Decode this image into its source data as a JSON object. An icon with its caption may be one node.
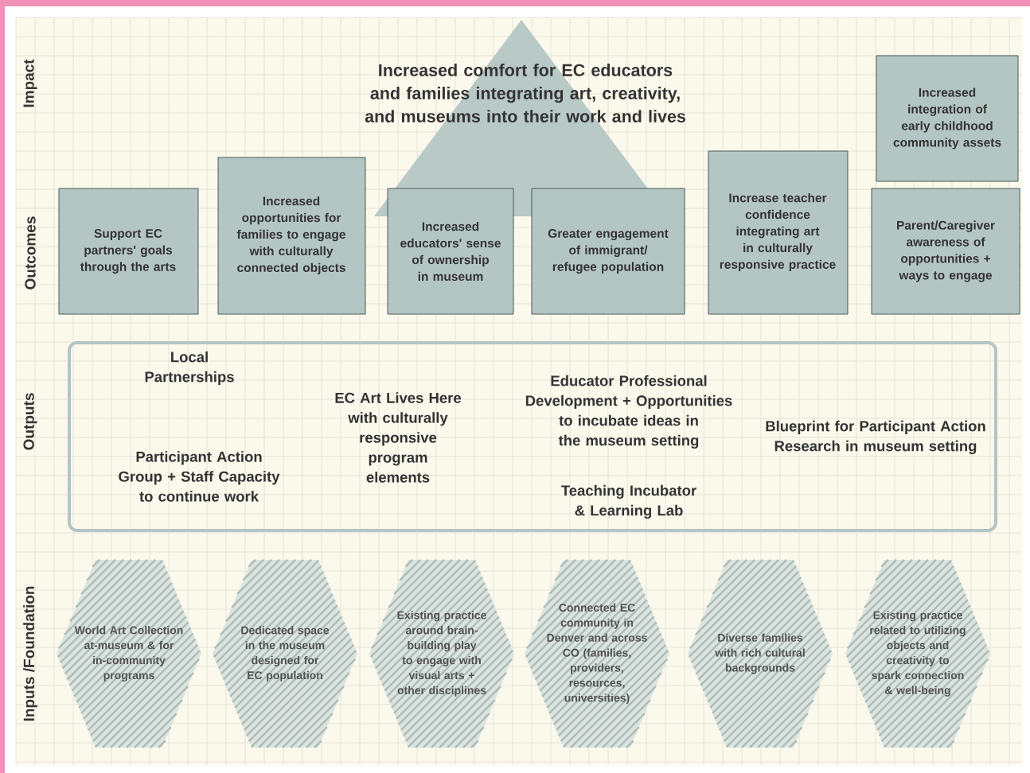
{
  "diagram": {
    "nodes": [
      {
        "text": [
          "Increased comfort for EC educators and families integrating art, creativity, and museums into their work and lives"
        ]
      },
      {
        "text": [
          "Increased integration of early childhood community assets"
        ]
      },
      {
        "text": [
          "Support EC partners' goals through the arts"
        ]
      },
      {
        "text": [
          "Increased opportunities for families to engage with culturally connected objects"
        ]
      },
      {
        "text": [
          "Increased educators' sense of ownership in museum"
        ]
      },
      {
        "text": [
          "Greater engagement of immigrant/ refugee population"
        ]
      },
      {
        "text": [
          "Increase teacher confidence integrating art in culturally responsive practice"
        ]
      },
      {
        "text": [
          "Parent/Caregiver awareness of opportunities + ways to engage"
        ]
      },
      {
        "text": [
          "Local Partnerships",
          "Participant Action Group + Staff Capacity to continue work",
          "EC Art Lives Here with culturally responsive program elements",
          "Educator Professional Development + Opportunities to incubate ideas in the museum setting",
          "Teaching Incubator & Learning Lab",
          "Blueprint for Participant Action Research in museum setting"
        ]
      },
      {
        "text": [
          "World Art Collection at-museum & for in-community programs"
        ]
      },
      {
        "text": [
          "Dedicated space in the museum designed for EC population"
        ]
      },
      {
        "text": [
          "Existing practice around brain-building play to engage with visual arts + other disciplines"
        ]
      },
      {
        "text": [
          "Connected EC community in Denver and across CO (families, providers, resources, universities)"
        ]
      },
      {
        "text": [
          "Diverse families with rich cultural backgrounds"
        ]
      },
      {
        "text": [
          "Existing practice related to utilizing objects and creativity to spark connection & well-being"
        ]
      }
    ],
    "labels": [
      "Impact",
      "Outcomes",
      "Outputs",
      "Inputs /Foundation"
    ]
  }
}
